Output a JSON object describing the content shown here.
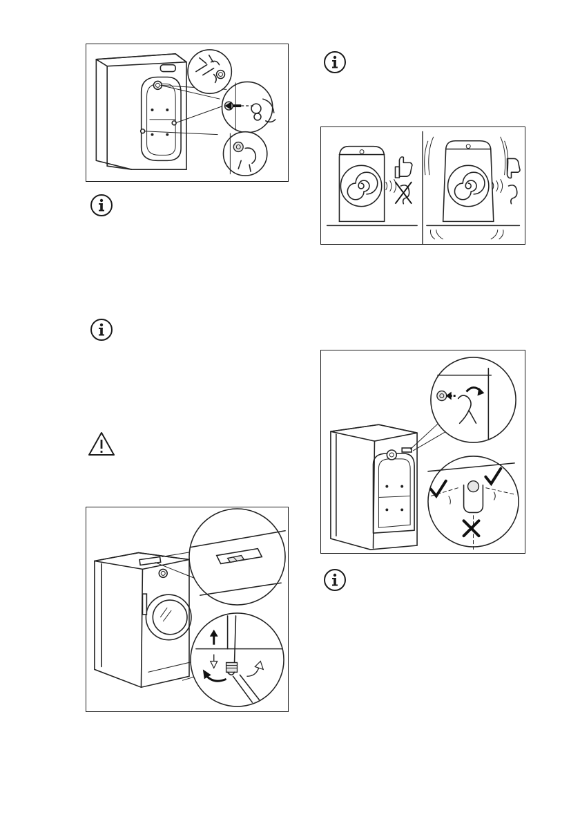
{
  "page": {
    "figures": [
      {
        "name": "figure-remove-transit-bolts",
        "icon": "washing-machine-bolts-illustration"
      },
      {
        "name": "figure-vibration-noise",
        "icon": "washing-machine-vibration-illustration"
      },
      {
        "name": "figure-insert-plastic-caps",
        "icon": "washing-machine-caps-illustration"
      },
      {
        "name": "figure-level-adjust-feet",
        "icon": "washing-machine-leveling-illustration"
      }
    ],
    "notes": [
      {
        "name": "info-icon-1",
        "icon": "info-icon"
      },
      {
        "name": "info-icon-2",
        "icon": "info-icon"
      },
      {
        "name": "warning-icon",
        "icon": "warning-icon"
      },
      {
        "name": "info-icon-3",
        "icon": "info-icon"
      },
      {
        "name": "info-icon-4",
        "icon": "info-icon"
      }
    ]
  }
}
